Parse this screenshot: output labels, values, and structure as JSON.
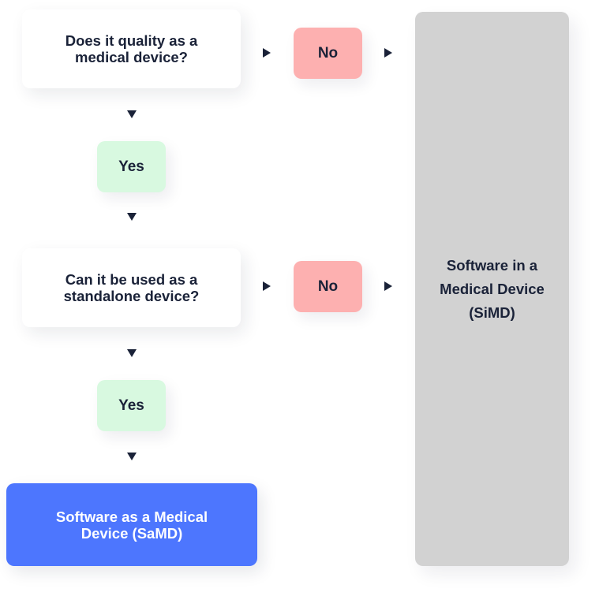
{
  "nodes": {
    "q1": "Does it quality as a medical device?",
    "no1": "No",
    "yes1": "Yes",
    "q2": "Can it be used as a standalone device?",
    "no2": "No",
    "yes2": "Yes",
    "simd": "Software in a Medical Device (SiMD)",
    "samd": "Software as a Medical Device (SaMD)"
  },
  "colors": {
    "no": "#fdb0b0",
    "yes": "#d8f9e0",
    "simd": "#d2d2d2",
    "samd": "#4d76fe",
    "arrow": "#1a2238"
  }
}
